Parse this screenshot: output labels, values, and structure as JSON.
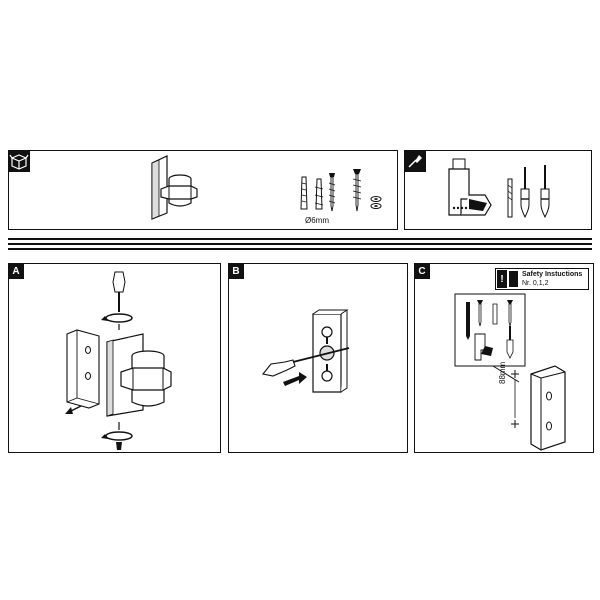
{
  "contents": {
    "icon": "open-box-icon",
    "dowel_label": "Ø6mm"
  },
  "tools": {
    "icon": "screwdriver-icon"
  },
  "steps": {
    "a": {
      "label": "A"
    },
    "b": {
      "label": "B"
    },
    "c": {
      "label": "C",
      "safety_title": "Safety Instuctions",
      "safety_nr": "Nr. 0,1,2",
      "dimension": "88mm"
    }
  }
}
